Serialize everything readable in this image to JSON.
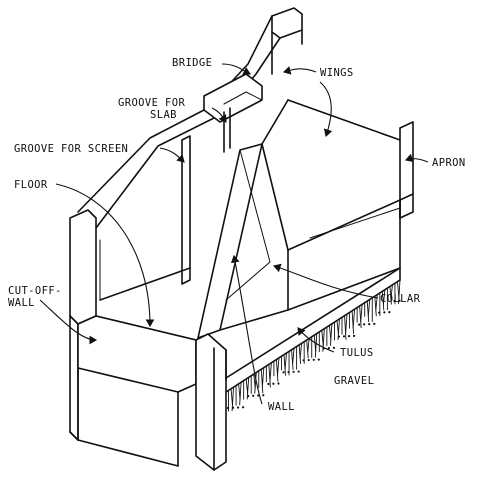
{
  "labels": {
    "bridge": "BRIDGE",
    "wings": "WINGS",
    "groove_slab_line1": "GROOVE FOR",
    "groove_slab_line2": "SLAB",
    "groove_screen": "GROOVE FOR SCREEN",
    "apron": "APRON",
    "floor": "FLOOR",
    "cutoff_line1": "CUT-OFF-",
    "cutoff_line2": "WALL",
    "collar": "COLLAR",
    "tulus": "TULUS",
    "gravel": "GRAVEL",
    "wall": "WALL"
  }
}
